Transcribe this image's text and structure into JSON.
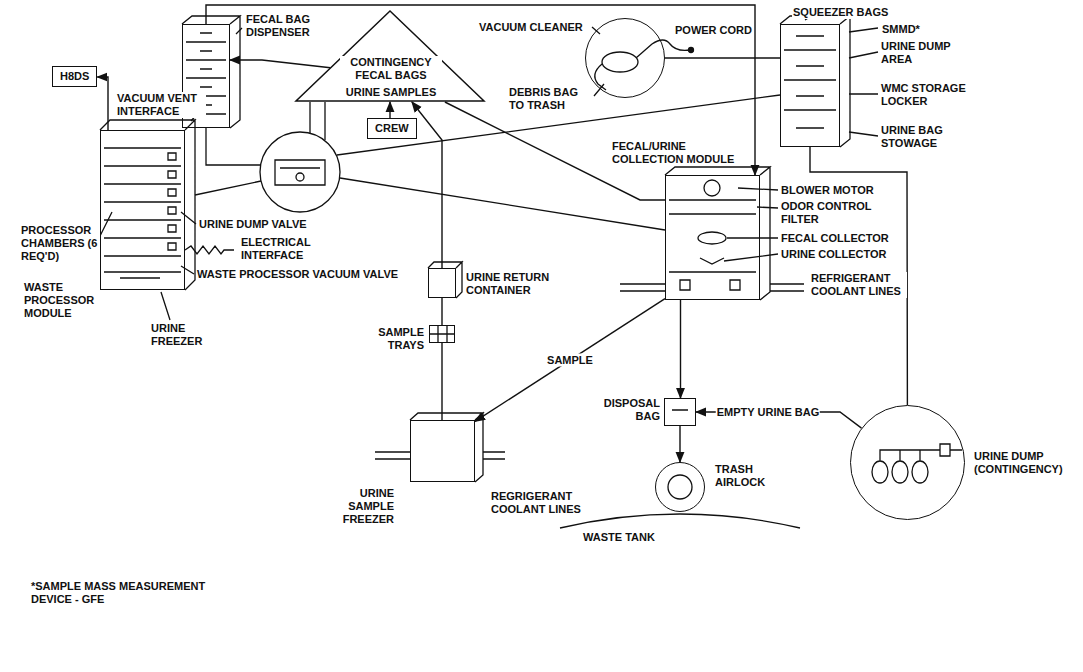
{
  "diagram": {
    "nodes": [
      {
        "text": [
          "H8DS"
        ]
      },
      {
        "text": [
          "WASTE PROCESSOR MODULE"
        ]
      },
      {
        "text": [
          "FECAL BAG DISPENSER"
        ]
      },
      {
        "text": [
          "CONTINGENCY FECAL BAGS",
          "URINE SAMPLES"
        ]
      },
      {
        "text": [
          "CREW"
        ]
      },
      {
        "text": [
          "VACUUM CLEANER"
        ]
      },
      {
        "text": [
          "SMMD*"
        ]
      },
      {
        "text": [
          "FECAL/URINE COLLECTION MODULE"
        ]
      },
      {
        "text": [
          "URINE RETURN CONTAINER"
        ]
      },
      {
        "text": [
          "SAMPLE TRAYS"
        ]
      },
      {
        "text": [
          "URINE SAMPLE FREEZER"
        ]
      },
      {
        "text": [
          "DISPOSAL BAG"
        ]
      },
      {
        "text": [
          "TRASH AIRLOCK"
        ]
      },
      {
        "text": [
          "URINE DUMP (CONTINGENCY)"
        ]
      }
    ],
    "edges": [
      {
        "from": 1,
        "to": 0,
        "arrow": "to"
      },
      {
        "from": 3,
        "to": 2,
        "arrow": "to"
      },
      {
        "from": 2,
        "to": 7,
        "arrow": "to"
      },
      {
        "from": 4,
        "to": 3,
        "arrow": "to"
      },
      {
        "from": 8,
        "to": 3,
        "arrow": "to"
      },
      {
        "from": 9,
        "to": 8,
        "arrow": "none"
      },
      {
        "from": 10,
        "to": 9,
        "arrow": "none"
      },
      {
        "from": 7,
        "to": 10,
        "label": "SAMPLE",
        "arrow": "to"
      },
      {
        "from": 7,
        "to": 11,
        "arrow": "to"
      },
      {
        "from": 11,
        "to": 12,
        "arrow": "to"
      },
      {
        "from": 13,
        "to": 11,
        "label": "EMPTY URINE BAG",
        "arrow": "to"
      },
      {
        "from": 6,
        "to": 13,
        "arrow": "none"
      },
      {
        "from": 5,
        "to": 6,
        "arrow": "none"
      },
      {
        "from": 3,
        "to": 7,
        "arrow": "none"
      }
    ],
    "labels": [
      "VACUUM VENT INTERFACE",
      "PROCESSOR CHAMBERS (6 REQ'D)",
      "URINE DUMP VALVE",
      "ELECTRICAL INTERFACE",
      "WASTE PROCESSOR VACUUM VALVE",
      "URINE FREEZER",
      "POWER CORD",
      "DEBRIS BAG TO TRASH",
      "SQUEEZER BAGS",
      "URINE DUMP AREA",
      "WMC STORAGE LOCKER",
      "URINE BAG STOWAGE",
      "BLOWER MOTOR",
      "ODOR CONTROL FILTER",
      "FECAL COLLECTOR",
      "URINE COLLECTOR",
      "REFRIGERANT COOLANT LINES",
      "WASTE TANK",
      "REGRIGERANT COOLANT LINES",
      "*SAMPLE MASS MEASUREMENT DEVICE - GFE"
    ]
  }
}
